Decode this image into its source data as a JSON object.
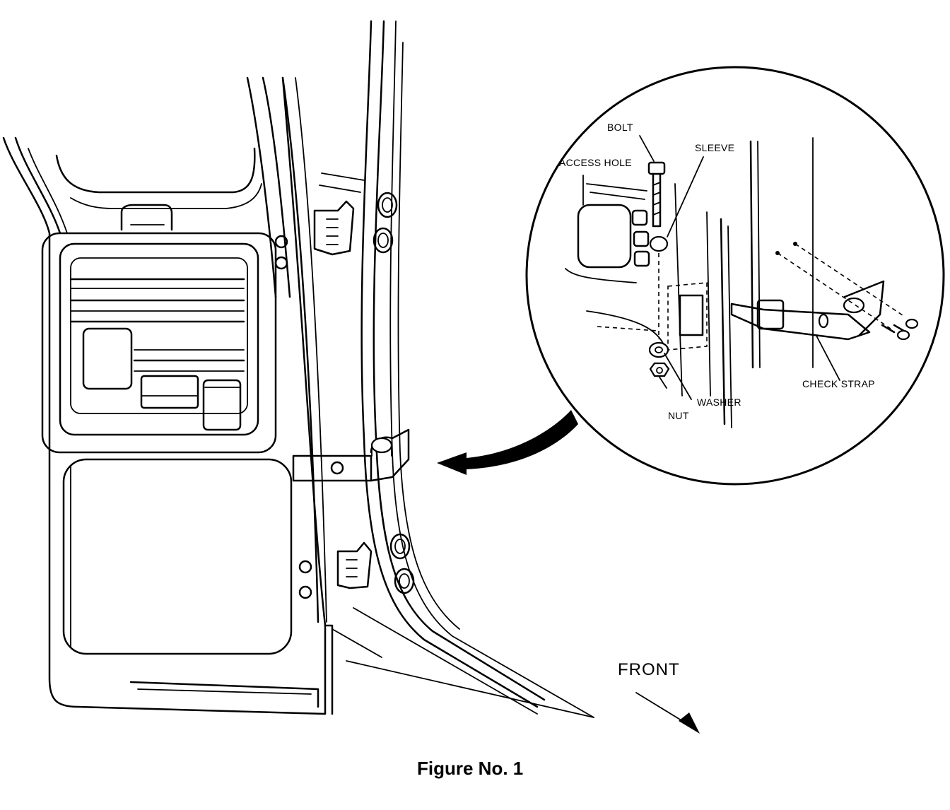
{
  "figure": {
    "caption": "Figure No. 1",
    "direction_label": "FRONT"
  },
  "detail_callouts": {
    "bolt": "BOLT",
    "sleeve": "SLEEVE",
    "access_hole": "ACCESS HOLE",
    "check_strap": "CHECK STRAP",
    "washer": "WASHER",
    "nut": "NUT"
  }
}
